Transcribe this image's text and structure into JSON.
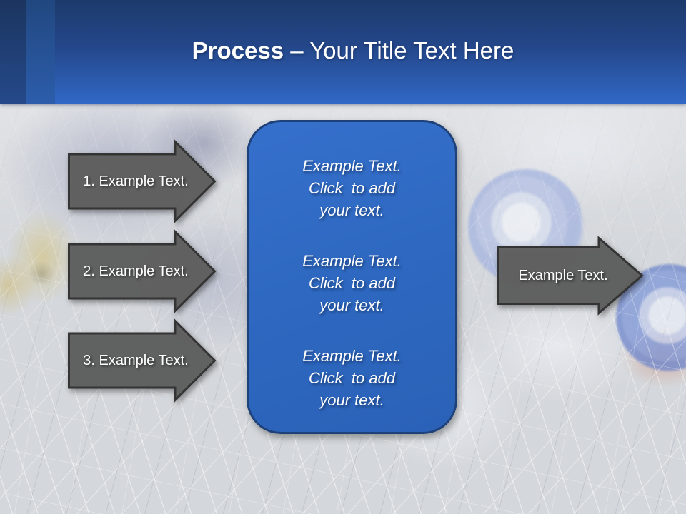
{
  "slide_title": {
    "emphasis": "Process",
    "rest": " – Your Title Text Here"
  },
  "process_steps": [
    {
      "label": "1. Example Text."
    },
    {
      "label": "2. Example Text."
    },
    {
      "label": "3. Example Text."
    }
  ],
  "detail_box": {
    "paragraphs": [
      {
        "lines": [
          "Example Text.",
          "Click  to add",
          "your text."
        ]
      },
      {
        "lines": [
          "Example Text.",
          "Click  to add",
          "your text."
        ]
      },
      {
        "lines": [
          "Example Text.",
          "Click  to add",
          "your text."
        ]
      }
    ]
  },
  "output_arrow": {
    "label": "Example Text."
  },
  "colors": {
    "header_top": "#1c3a6b",
    "header_bottom": "#3168c6",
    "left_stripe_dark": "#1d3c6e",
    "left_stripe_mid": "#24508f",
    "arrow_fill": "#5f5f5f",
    "arrow_border": "#343434",
    "box_fill": "#2e6ac3",
    "box_border": "#1e4179",
    "text": "#ffffff"
  }
}
